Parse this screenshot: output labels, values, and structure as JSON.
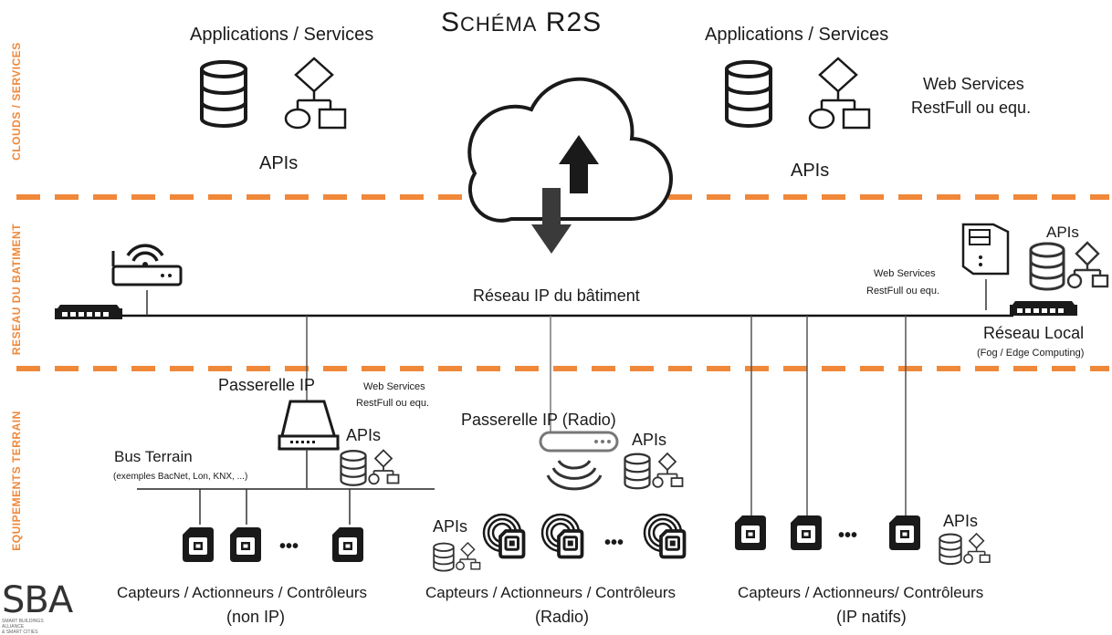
{
  "title": {
    "main": "S",
    "small": "CHÉMA",
    "suffix": " R2S"
  },
  "zones": {
    "cloud": "CLOUDS / SERVICES",
    "building": "RESEAU DU BATIMENT",
    "field": "EQUIPEMENTS TERRAIN"
  },
  "cloud_section": {
    "left_apps": "Applications / Services",
    "left_apis": "APIs",
    "right_apps": "Applications / Services",
    "right_apis": "APIs",
    "web_services_line1": "Web Services",
    "web_services_line2": "RestFull ou equ."
  },
  "building_section": {
    "network_label": "Réseau IP du bâtiment",
    "server_apis": "APIs",
    "server_ws_line1": "Web Services",
    "server_ws_line2": "RestFull ou equ.",
    "local_network": "Réseau Local",
    "fog": "(Fog / Edge Computing)"
  },
  "field_section": {
    "gateway_ip": "Passerelle  IP",
    "gateway_ws_line1": "Web Services",
    "gateway_ws_line2": "RestFull ou equ.",
    "gateway_apis": "APIs",
    "bus_terrain": "Bus Terrain",
    "bus_examples": "(exemples BacNet, Lon, KNX, ...)",
    "gateway_radio": "Passerelle  IP (Radio)",
    "gateway_radio_apis": "APIs",
    "radio_apis": "APIs",
    "ipnative_apis": "APIs",
    "ellipsis": "•••",
    "group1_line1": "Capteurs / Actionneurs / Contrôleurs",
    "group1_line2": "(non IP)",
    "group2_line1": "Capteurs / Actionneurs / Contrôleurs",
    "group2_line2": "(Radio)",
    "group3_line1": "Capteurs / Actionneurs/ Contrôleurs",
    "group3_line2": "(IP natifs)"
  },
  "logo": {
    "text": "SBA",
    "sub1": "SMART BUILDINGS ALLIANCE",
    "sub2": "& SMART CITIES"
  },
  "colors": {
    "accent": "#f0883a",
    "line": "#222222",
    "icon": "#1a1a1a",
    "gray": "#777777"
  },
  "icons": [
    "database-icon",
    "flowchart-icon",
    "cloud-sync-icon",
    "wifi-router-icon",
    "network-switch-icon",
    "server-tower-icon",
    "gateway-box-icon",
    "radio-gateway-icon",
    "sensor-device-icon",
    "radio-sensor-icon"
  ]
}
